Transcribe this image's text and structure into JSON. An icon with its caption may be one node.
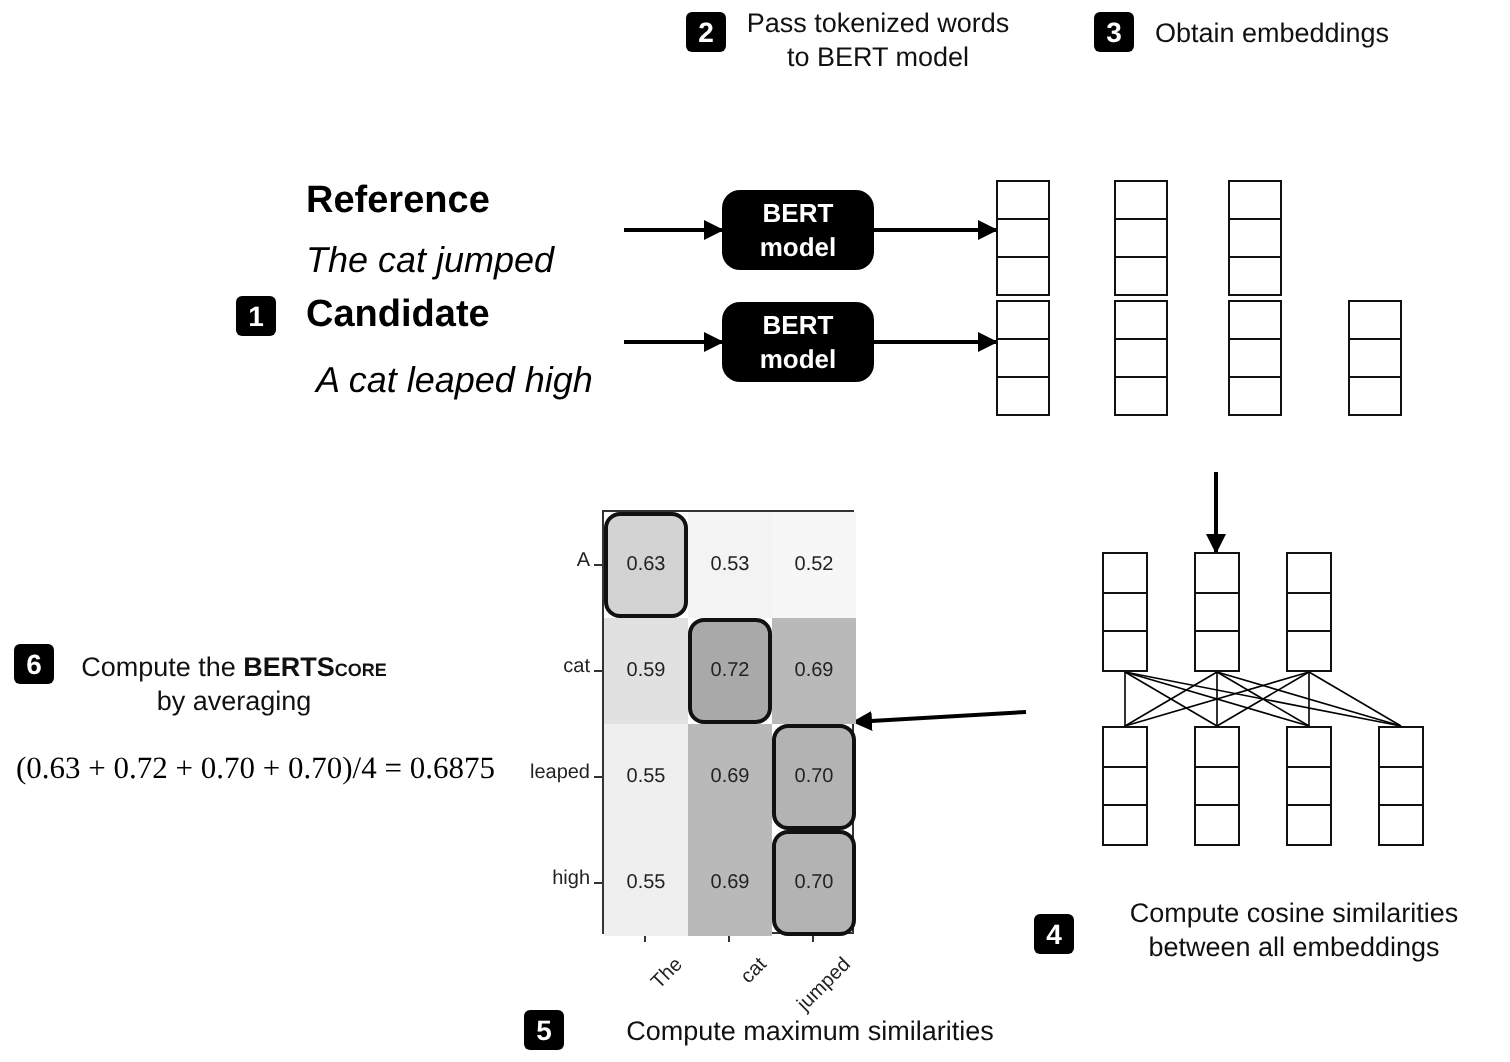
{
  "diagram": {
    "nodes": [
      {
        "text": [
          "2"
        ],
        "beside": [
          "Pass tokenized words to BERT model"
        ]
      },
      {
        "text": [
          "3"
        ],
        "beside": [
          "Obtain embeddings"
        ]
      },
      {
        "text": [
          "BERT model"
        ]
      },
      {
        "text": [
          "BERT model"
        ]
      },
      {
        "text": [
          "1"
        ]
      },
      {
        "text": [],
        "shape": "box"
      },
      {
        "text": [],
        "shape": "box"
      },
      {
        "text": [],
        "shape": "box"
      },
      {
        "text": [],
        "shape": "box"
      },
      {
        "text": [],
        "shape": "box"
      },
      {
        "text": [],
        "shape": "box"
      },
      {
        "text": [],
        "shape": "box"
      },
      {
        "text": [],
        "shape": "box"
      },
      {
        "text": [],
        "shape": "box"
      },
      {
        "text": [],
        "shape": "box"
      },
      {
        "text": [],
        "shape": "box"
      },
      {
        "text": [],
        "shape": "box"
      },
      {
        "text": [],
        "shape": "box"
      },
      {
        "text": [],
        "shape": "box"
      },
      {
        "text": [],
        "shape": "picture"
      },
      {
        "text": [
          "4"
        ],
        "beside": [
          "Compute cosine similarities between all embeddings"
        ]
      },
      {
        "text": [
          "5"
        ],
        "beside": [
          "Compute maximum similarities"
        ]
      },
      {
        "text": [
          "6"
        ],
        "beside": [
          "Compute the **BERTScore** by averaging"
        ]
      }
    ],
    "edges": [
      {
        "from": null,
        "to": 2,
        "arrow": "to"
      },
      {
        "from": 2,
        "to": 5,
        "arrow": "to"
      },
      {
        "from": null,
        "to": 3,
        "arrow": "to"
      },
      {
        "from": 3,
        "to": 8,
        "arrow": "to"
      },
      {
        "from": null,
        "to": 13,
        "arrow": "to"
      },
      {
        "from": null,
        "to": 19,
        "arrow": "to"
      },
      {
        "from": 12,
        "to": 15,
        "arrow": "none"
      },
      {
        "from": 12,
        "to": 16,
        "arrow": "none"
      },
      {
        "from": 12,
        "to": 17,
        "arrow": "none"
      },
      {
        "from": 12,
        "to": 18,
        "arrow": "none"
      },
      {
        "from": 13,
        "to": 15,
        "arrow": "none"
      },
      {
        "from": 13,
        "to": 16,
        "arrow": "none"
      },
      {
        "from": 13,
        "to": 17,
        "arrow": "none"
      },
      {
        "from": 13,
        "to": 18,
        "arrow": "none"
      },
      {
        "from": 14,
        "to": 15,
        "arrow": "none"
      },
      {
        "from": 14,
        "to": 16,
        "arrow": "none"
      },
      {
        "from": 14,
        "to": 17,
        "arrow": "none"
      },
      {
        "from": 14,
        "to": 18,
        "arrow": "none"
      }
    ],
    "labels": [
      "Reference",
      "The cat jumped",
      "Candidate",
      "A cat leaped high",
      "A",
      "0.63",
      "0.53",
      "0.52",
      "cat",
      "0.59",
      "0.72",
      "0.69",
      "leaped",
      "0.55",
      "0.69",
      "0.70",
      "high",
      "0.55",
      "0.69",
      "0.70",
      "The",
      "cat",
      "jumped",
      "(0.63 + 0.72 + 0.70 + 0.70)/4 = 0.6875"
    ]
  }
}
